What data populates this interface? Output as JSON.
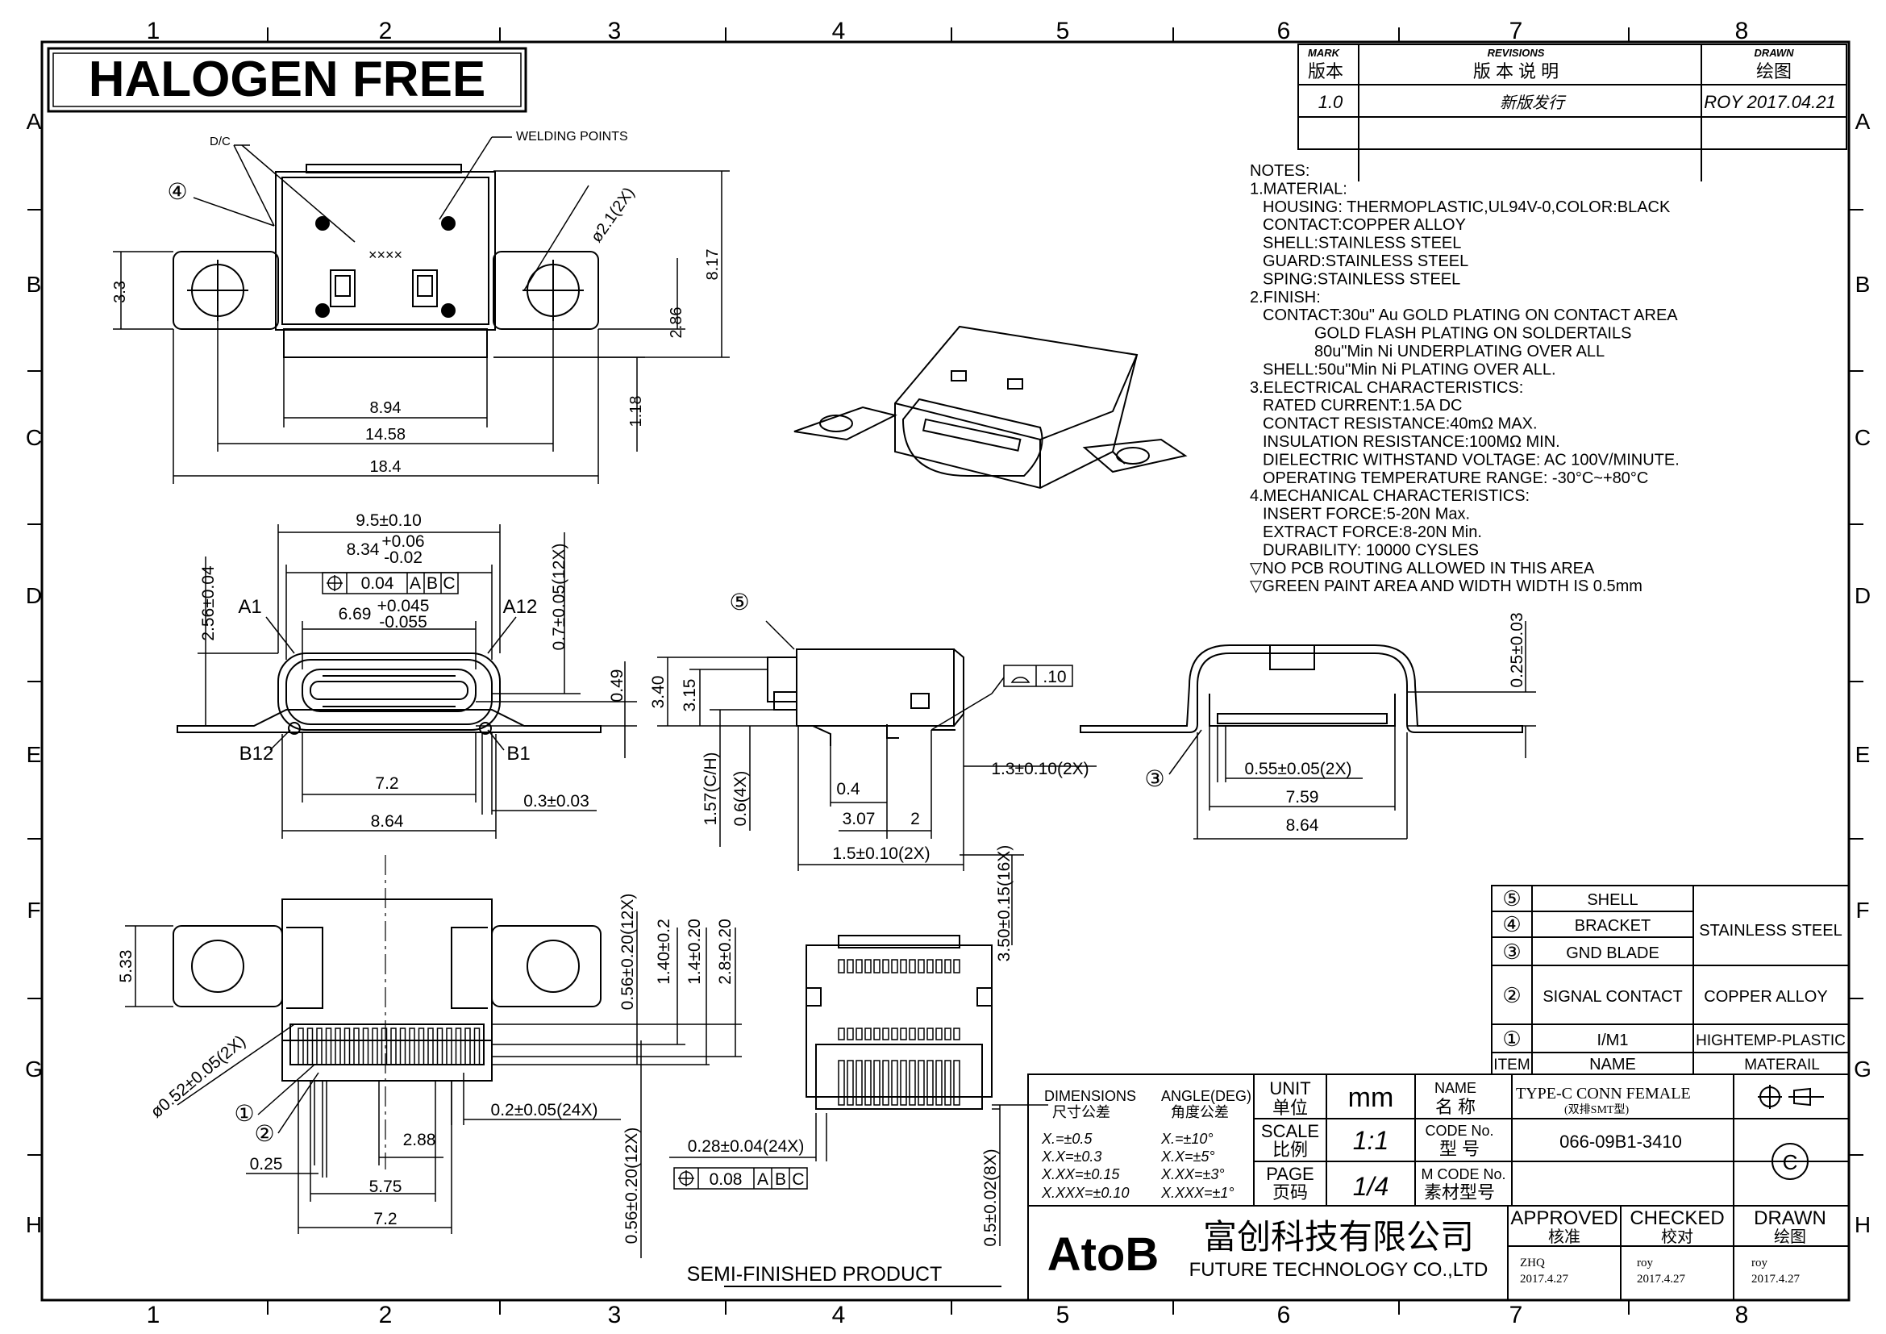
{
  "banner": {
    "text": "HALOGEN FREE"
  },
  "grid": {
    "columns": [
      "1",
      "2",
      "3",
      "4",
      "5",
      "6",
      "7",
      "8"
    ],
    "rows": [
      "A",
      "B",
      "C",
      "D",
      "E",
      "F",
      "G",
      "H"
    ]
  },
  "revision_block": {
    "mark_en": "MARK",
    "mark_cn": "版本",
    "revisions_en": "REVISIONS",
    "revisions_cn": "版 本 说 明",
    "drawn_en": "DRAWN",
    "drawn_cn": "绘图",
    "row1_mark": "1.0",
    "row1_desc": "新版发行",
    "row1_drawn": "ROY 2017.04.21"
  },
  "notes": [
    "NOTES:",
    "1.MATERIAL:",
    "  HOUSING: THERMOPLASTIC,UL94V-0,COLOR:BLACK",
    "  CONTACT:COPPER ALLOY",
    "  SHELL:STAINLESS STEEL",
    "  GUARD:STAINLESS STEEL",
    "  SPING:STAINLESS STEEL",
    "2.FINISH:",
    "  CONTACT:30u\" Au GOLD PLATING ON CONTACT AREA",
    "          GOLD FLASH  PLATING ON SOLDERTAILS",
    "          80u\"Min Ni UNDERPLATING OVER ALL",
    "  SHELL:50u\"Min Ni PLATING OVER ALL.",
    "3.ELECTRICAL CHARACTERISTICS:",
    "  RATED CURRENT:1.5A DC",
    "  CONTACT RESISTANCE:40mΩ MAX.",
    "  INSULATION RESISTANCE:100MΩ MIN.",
    "  DIELECTRIC WITHSTAND VOLTAGE: AC 100V/MINUTE.",
    "  OPERATING TEMPERATURE RANGE: -30°C~+80°C",
    "4.MECHANICAL CHARACTERISTICS:",
    "  INSERT FORCE:5-20N Max.",
    "  EXTRACT FORCE:8-20N Min.",
    "  DURABILITY: 10000 CYSLES",
    "▽NO PCB ROUTING ALLOWED IN THIS AREA",
    "▽GREEN PAINT AREA AND WIDTH WIDTH IS 0.5mm"
  ],
  "top_view": {
    "balloon": "④",
    "dc_label": "D/C",
    "date_code": "××××",
    "welding_label": "WELDING POINTS",
    "dims": [
      "3.3",
      "ø2.1(2X)",
      "8.17",
      "2.86",
      "1.18",
      "8.94",
      "14.58",
      "18.4"
    ]
  },
  "front_view": {
    "dims": [
      "9.5±0.10",
      "8.34",
      "+0.06",
      "-0.02",
      "0.04",
      "A",
      "B",
      "C",
      "6.69",
      "+0.045",
      "-0.055",
      "2.56±0.04",
      "0.7±0.05(12X)",
      "0.49",
      "7.2",
      "0.3±0.03",
      "8.64"
    ],
    "labels": [
      "A1",
      "A12",
      "B12",
      "B1"
    ]
  },
  "side_view": {
    "balloon": "⑤",
    "flatness": ".10",
    "dims": [
      "3.40",
      "3.15",
      "1.57(C/H)",
      "0.6(4X)",
      "0.4",
      "3.07",
      "2",
      "1.5±0.10(2X)",
      "1.3±0.10(2X)"
    ]
  },
  "rear_view": {
    "balloon": "③",
    "dims": [
      "0.25±0.03",
      "0.55±0.05(2X)",
      "7.59",
      "8.64"
    ]
  },
  "bottom_view": {
    "balloons": [
      "①",
      "②"
    ],
    "dims": [
      "5.33",
      "ø0.52±0.05(2X)",
      "0.56±0.20(12X)",
      "1.40±0.2",
      "1.4±0.20",
      "2.8±0.20",
      "0.2±0.05(24X)",
      "2.88",
      "0.25",
      "5.75",
      "7.2"
    ]
  },
  "footprint_view": {
    "dims": [
      "3.50±0.15(16X)",
      "0.28±0.04(24X)",
      "0.08",
      "A",
      "B",
      "C",
      "0.56±0.20(12X)",
      "0.5±0.02(8X)"
    ]
  },
  "semi_finished": "SEMI-FINISHED PRODUCT",
  "bom": {
    "rows": [
      {
        "no": "⑤",
        "name": "SHELL"
      },
      {
        "no": "④",
        "name": "BRACKET"
      },
      {
        "no": "③",
        "name": "GND BLADE"
      },
      {
        "no": "②",
        "name": "SIGNAL CONTACT"
      },
      {
        "no": "①",
        "name": "I/M1"
      }
    ],
    "materials": [
      "STAINLESS STEEL",
      "COPPER ALLOY",
      "HIGHTEMP-PLASTIC"
    ],
    "header": {
      "item": "ITEM",
      "name": "NAME",
      "material": "MATERAIL"
    }
  },
  "title_block": {
    "dimensions_en": "DIMENSIONS",
    "dimensions_cn": "尺寸公差",
    "angle_en": "ANGLE(DEG)",
    "angle_cn": "角度公差",
    "tol_linear": [
      "X.=±0.5",
      "X.X=±0.3",
      "X.XX=±0.15",
      "X.XXX=±0.10"
    ],
    "tol_angle": [
      "X.=±10°",
      "X.X=±5°",
      "X.XX=±3°",
      "X.XXX=±1°"
    ],
    "unit_en": "UNIT",
    "unit_cn": "单位",
    "unit_value": "mm",
    "scale_en": "SCALE",
    "scale_cn": "比例",
    "scale_value": "1:1",
    "page_en": "PAGE",
    "page_cn": "页码",
    "page_value": "1/4",
    "name_en": "NAME",
    "name_cn": "名 称",
    "name_value": "TYPE-C CONN FEMALE",
    "name_sub": "(双排SMT型)",
    "code_en": "CODE No.",
    "code_cn": "型 号",
    "code_value": "066-09B1-3410",
    "mcode_en": "M CODE No.",
    "mcode_cn": "素材型号",
    "company_logo": "AtoB",
    "company_cn": "富创科技有限公司",
    "company_en": "FUTURE TECHNOLOGY CO.,LTD",
    "approved_en": "APPROVED",
    "approved_cn": "核准",
    "approved_name": "ZHQ",
    "approved_date": "2017.4.27",
    "checked_en": "CHECKED",
    "checked_cn": "校对",
    "checked_name": "roy",
    "checked_date": "2017.4.27",
    "drawn_en": "DRAWN",
    "drawn_cn": "绘图",
    "drawn_name": "roy",
    "drawn_date": "2017.4.27",
    "copyright": "C"
  }
}
